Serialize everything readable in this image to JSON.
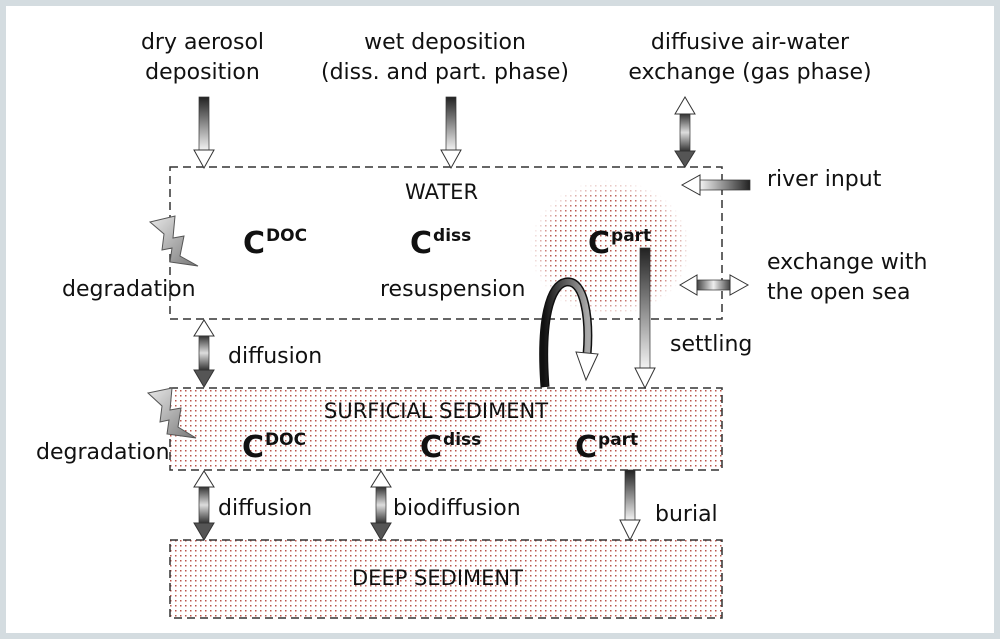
{
  "inputs": {
    "dry_l1": "dry aerosol",
    "dry_l2": "deposition",
    "wet_l1": "wet deposition",
    "wet_l2": "(diss. and part. phase)",
    "airwater_l1": "diffusive air-water",
    "airwater_l2": "exchange (gas phase)",
    "river": "river input",
    "opensea_l1": "exchange with",
    "opensea_l2": "the open sea"
  },
  "water": {
    "title": "WATER",
    "degradation": "degradation",
    "resuspension": "resuspension",
    "c_doc": {
      "base": "C",
      "sup": "DOC"
    },
    "c_diss": {
      "base": "C",
      "sup": "diss"
    },
    "c_part": {
      "base": "C",
      "sup": "part"
    }
  },
  "surficial": {
    "title": "SURFICIAL SEDIMENT",
    "degradation": "degradation",
    "c_doc": {
      "base": "C",
      "sup": "DOC"
    },
    "c_diss": {
      "base": "C",
      "sup": "diss"
    },
    "c_part": {
      "base": "C",
      "sup": "part"
    }
  },
  "deep": {
    "title": "DEEP SEDIMENT"
  },
  "fluxes": {
    "diffusion_upper": "diffusion",
    "settling": "settling",
    "diffusion_lower": "diffusion",
    "biodiffusion": "biodiffusion",
    "burial": "burial"
  },
  "colors": {
    "dots": "#b8544a",
    "frame": "#d4dce0"
  }
}
